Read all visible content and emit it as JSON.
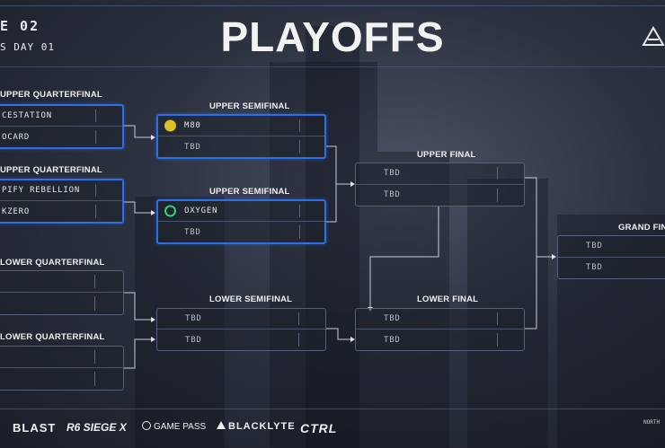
{
  "header": {
    "title": "PLAYOFFS",
    "stage_partial": "E 02",
    "day_partial": "S DAY 01"
  },
  "rounds": {
    "upper_qf_1": "UPPER QUARTERFINAL",
    "upper_qf_2": "UPPER QUARTERFINAL",
    "lower_qf_1": "LOWER QUARTERFINAL",
    "lower_qf_2": "LOWER QUARTERFINAL",
    "upper_sf_1": "UPPER SEMIFINAL",
    "upper_sf_2": "UPPER SEMIFINAL",
    "lower_sf": "LOWER SEMIFINAL",
    "upper_final": "UPPER FINAL",
    "lower_final": "LOWER FINAL",
    "grand_final": "GRAND FINAL"
  },
  "matches": {
    "uqf1": {
      "top": "CESTATION",
      "bottom": "OCARD"
    },
    "uqf2": {
      "top": "PIFY REBELLION",
      "bottom": "KZERO"
    },
    "lqf1": {
      "top": "",
      "bottom": ""
    },
    "lqf2": {
      "top": "",
      "bottom": ""
    },
    "usf1": {
      "top": "M80",
      "bottom": "TBD"
    },
    "usf2": {
      "top": "OXYGEN",
      "bottom": "TBD"
    },
    "lsf": {
      "top": "TBD",
      "bottom": "TBD"
    },
    "uf": {
      "top": "TBD",
      "bottom": "TBD"
    },
    "lf": {
      "top": "TBD",
      "bottom": "TBD"
    },
    "gf": {
      "top": "TBD",
      "bottom": "TBD"
    }
  },
  "sponsors": {
    "blast": "BLAST",
    "siege": "R6 SIEGE X",
    "gamepass": "GAME PASS",
    "blacklyte": "BLACKLYTE",
    "ctrl": "CTRL"
  },
  "corner_text": "NORTH",
  "colors": {
    "accent_blue": "#2f6ee8",
    "m80_icon": "#d9c227",
    "oxygen_icon": "#2bd17a"
  }
}
